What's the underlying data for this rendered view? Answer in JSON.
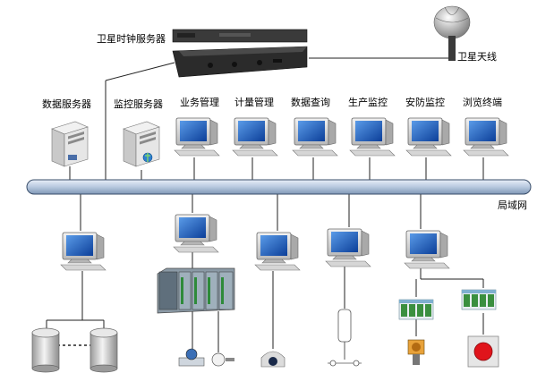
{
  "labels": {
    "satellite_clock_server": "卫星时钟服务器",
    "satellite_antenna": "卫星天线",
    "data_server": "数据服务器",
    "monitoring_server": "监控服务器",
    "business_management": "业务管理",
    "metering_management": "计量管理",
    "data_query": "数据查询",
    "production_monitoring": "生产监控",
    "security_monitoring": "安防监控",
    "browse_terminal": "浏览终端",
    "lan": "局域网"
  },
  "colors": {
    "bus_fill": "#c9d8ea",
    "bus_stroke": "#3a4e6a",
    "monitor_screen": "#1d63c8",
    "monitor_body": "#d8d8d8",
    "plc_green": "#2e8a3a",
    "alarm_red": "#e0141b"
  }
}
